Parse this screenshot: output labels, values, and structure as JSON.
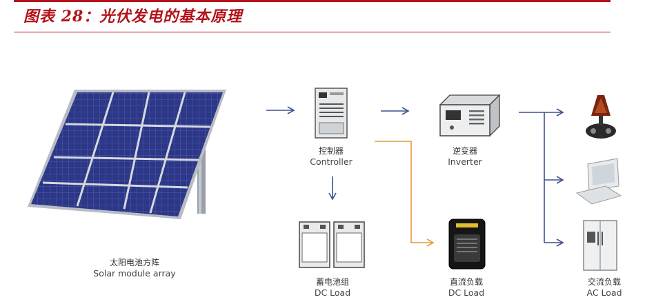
{
  "title": "图表 28：光伏发电的基本原理",
  "components": {
    "solar": {
      "cn": "太阳电池方阵",
      "en": "Solar module array"
    },
    "controller": {
      "cn": "控制器",
      "en": "Controller"
    },
    "inverter": {
      "cn": "逆变器",
      "en": "Inverter"
    },
    "battery": {
      "cn": "蓄电池组",
      "en": "DC Load"
    },
    "dc_load": {
      "cn": "直流负载",
      "en": "DC Load"
    },
    "ac_load": {
      "cn": "交流负载",
      "en": "AC Load"
    }
  },
  "colors": {
    "accent": "#b3121a",
    "arrow": "#3d4f8f",
    "orange": "#e39a3b",
    "panel": "#2a3580"
  }
}
